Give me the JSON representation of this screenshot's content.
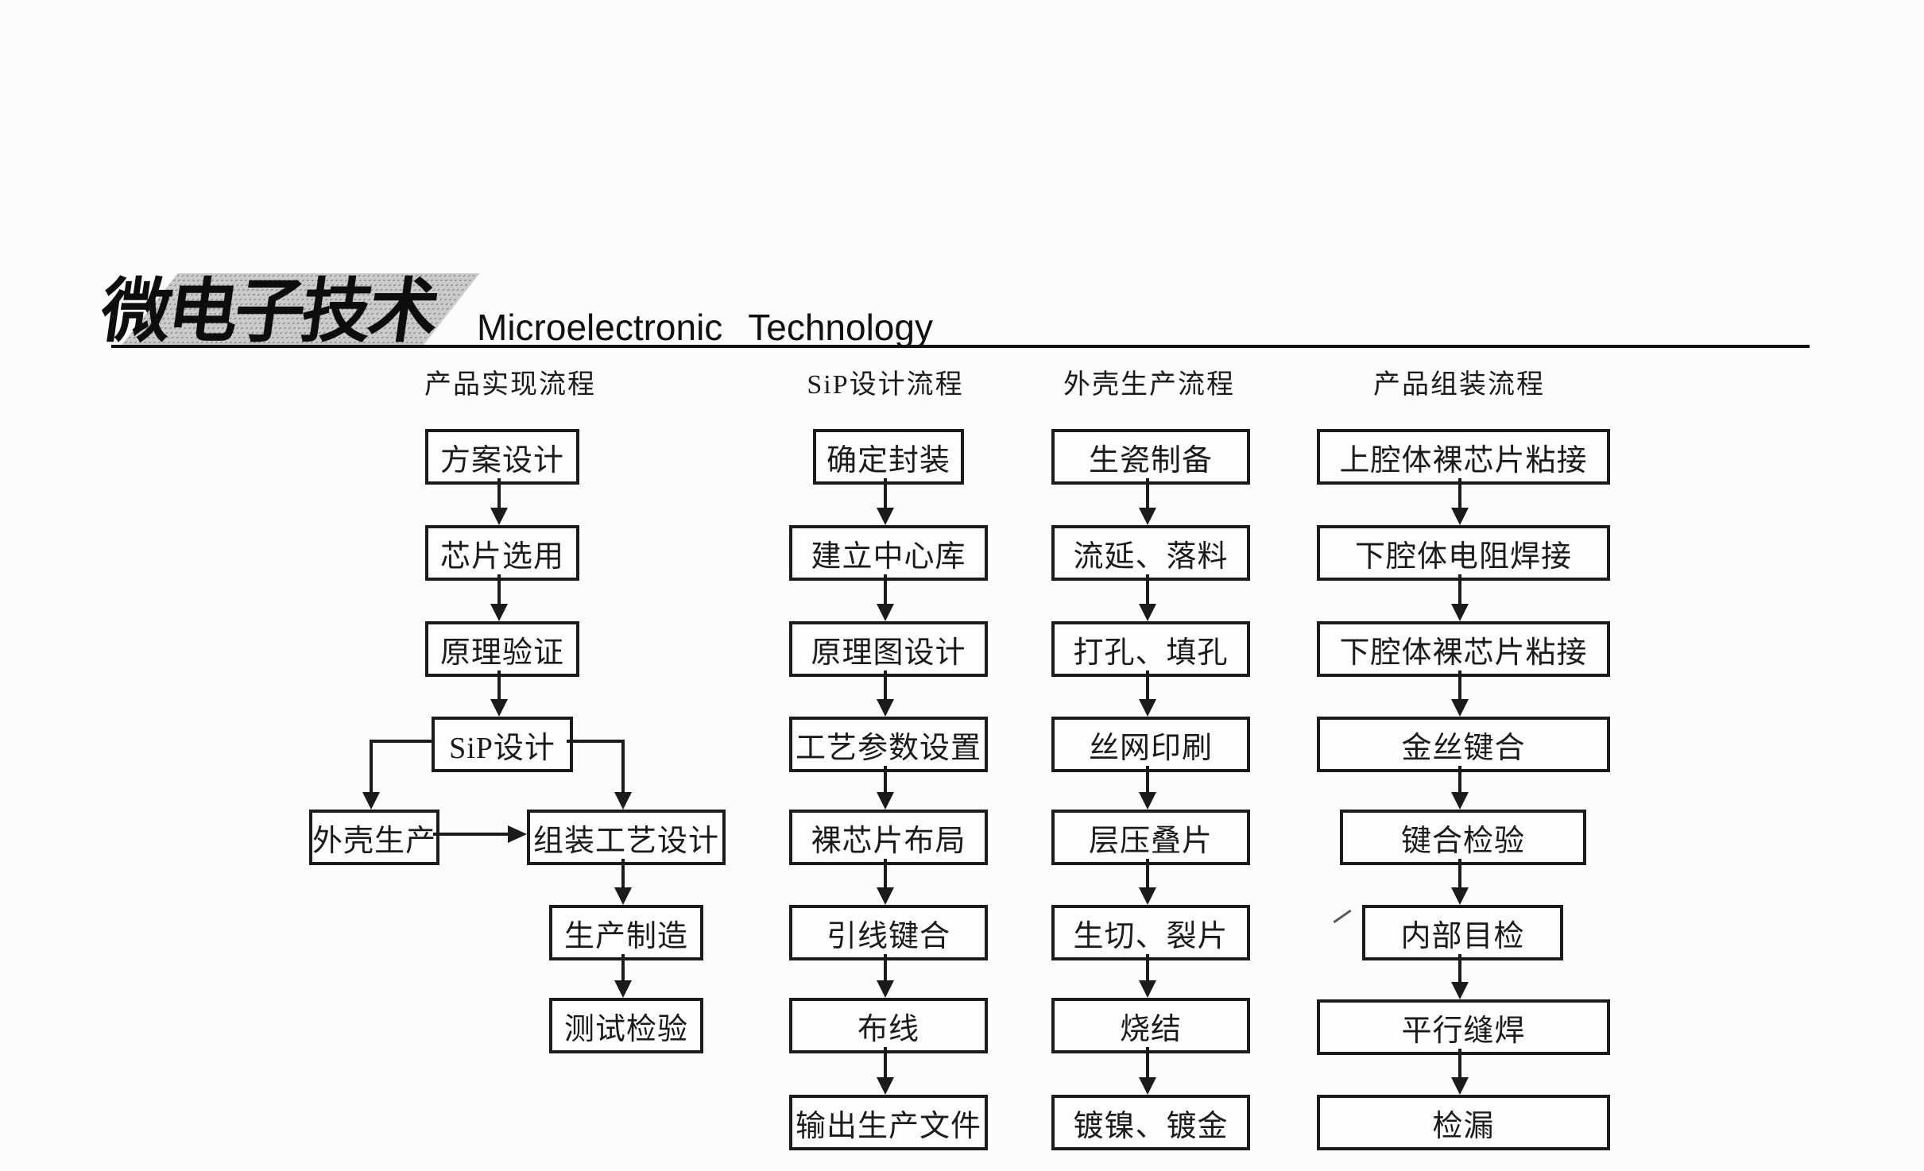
{
  "page": {
    "logo_cn": "微电子技术",
    "logo_en": "Microelectronic Technology"
  },
  "colors": {
    "ink": "#1b1b1b",
    "paper": "#fcfcfc",
    "logo_halftone": "#cbcbcb"
  },
  "flowcharts": [
    {
      "title": "产品实现流程",
      "steps": [
        "方案设计",
        "芯片选用",
        "原理验证",
        "SiP设计",
        "外壳生产",
        "组装工艺设计",
        "生产制造",
        "测试检验"
      ],
      "edges": [
        [
          "方案设计",
          "芯片选用"
        ],
        [
          "芯片选用",
          "原理验证"
        ],
        [
          "原理验证",
          "SiP设计"
        ],
        [
          "SiP设计",
          "外壳生产"
        ],
        [
          "SiP设计",
          "组装工艺设计"
        ],
        [
          "外壳生产",
          "组装工艺设计"
        ],
        [
          "组装工艺设计",
          "生产制造"
        ],
        [
          "生产制造",
          "测试检验"
        ]
      ]
    },
    {
      "title": "SiP设计流程",
      "steps": [
        "确定封装",
        "建立中心库",
        "原理图设计",
        "工艺参数设置",
        "裸芯片布局",
        "引线键合",
        "布线",
        "输出生产文件"
      ],
      "edges": "linear"
    },
    {
      "title": "外壳生产流程",
      "steps": [
        "生瓷制备",
        "流延、落料",
        "打孔、填孔",
        "丝网印刷",
        "层压叠片",
        "生切、裂片",
        "烧结",
        "镀镍、镀金"
      ],
      "edges": "linear"
    },
    {
      "title": "产品组装流程",
      "steps": [
        "上腔体裸芯片粘接",
        "下腔体电阻焊接",
        "下腔体裸芯片粘接",
        "金丝键合",
        "键合检验",
        "内部目检",
        "平行缝焊",
        "检漏"
      ],
      "edges": "linear"
    }
  ]
}
